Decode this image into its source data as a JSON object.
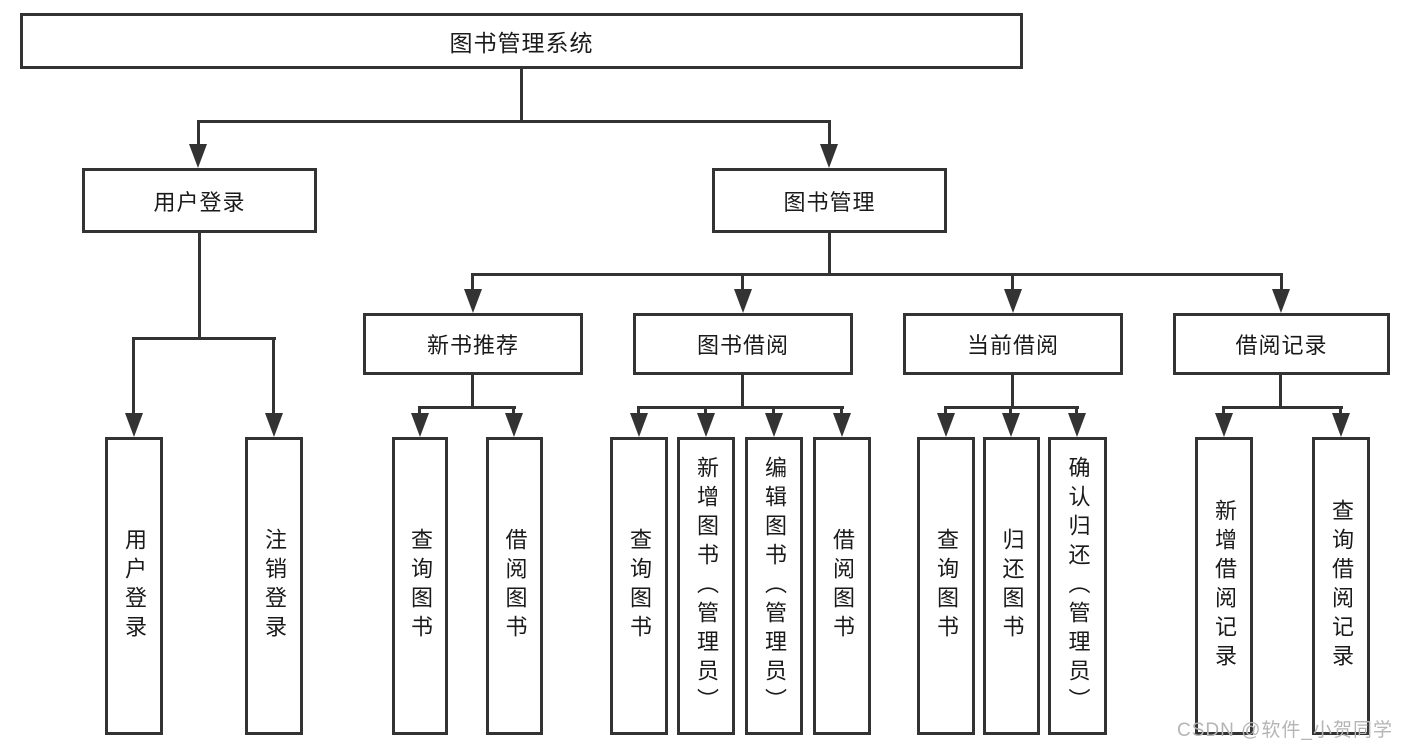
{
  "diagram": {
    "root": {
      "label": "图书管理系统"
    },
    "level2": [
      {
        "id": "user-login",
        "label": "用户登录",
        "children": [
          {
            "label": "用户登录"
          },
          {
            "label": "注销登录"
          }
        ]
      },
      {
        "id": "book-management",
        "label": "图书管理",
        "children": [
          {
            "id": "new-book-recommendation",
            "label": "新书推荐",
            "children": [
              {
                "label": "查询图书"
              },
              {
                "label": "借阅图书"
              }
            ]
          },
          {
            "id": "book-borrowing",
            "label": "图书借阅",
            "children": [
              {
                "label": "查询图书"
              },
              {
                "label": "新增图书（管理员）"
              },
              {
                "label": "编辑图书（管理员）"
              },
              {
                "label": "借阅图书"
              }
            ]
          },
          {
            "id": "current-borrowing",
            "label": "当前借阅",
            "children": [
              {
                "label": "查询图书"
              },
              {
                "label": "归还图书"
              },
              {
                "label": "确认归还（管理员）"
              }
            ]
          },
          {
            "id": "borrowing-records",
            "label": "借阅记录",
            "children": [
              {
                "label": "新增借阅记录"
              },
              {
                "label": "查询借阅记录"
              }
            ]
          }
        ]
      }
    ]
  },
  "watermark": {
    "text": "CSDN @软件_小贺同学"
  },
  "colors": {
    "line": "#333333",
    "text": "#1a1a1a",
    "background": "#ffffff",
    "watermark": "#b5b5b5"
  }
}
